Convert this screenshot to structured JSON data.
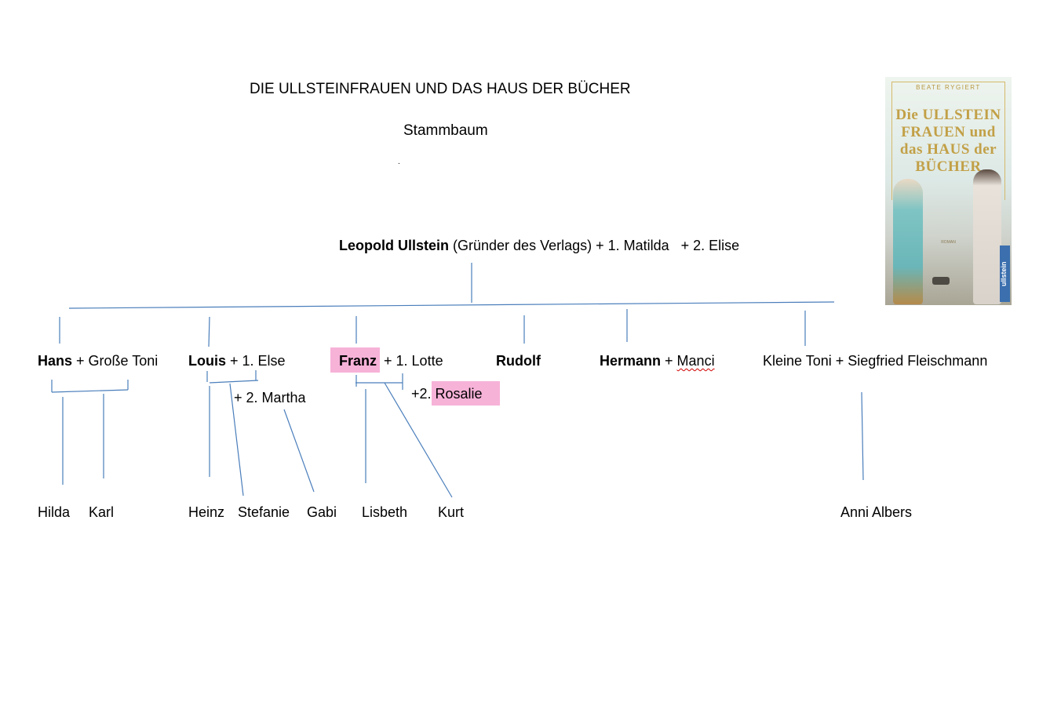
{
  "document": {
    "title": "DIE ULLSTEINFRAUEN UND DAS HAUS DER BÜCHER",
    "subtitle": "Stammbaum",
    "stray_mark": "."
  },
  "book_cover": {
    "author": "BEATE RYGIERT",
    "title": "Die ULLSTEIN FRAUEN und das HAUS der BÜCHER",
    "genre": "ROMAN",
    "publisher": "ullstein"
  },
  "colors": {
    "line": "#4a7ebb",
    "highlight": "#f7b2d8",
    "spellcheck": "#d00000"
  },
  "tree": {
    "root": {
      "name": "Leopold Ullstein",
      "rest": " (Gründer des Verlags) + 1. Matilda   + 2. Elise"
    },
    "children": {
      "hans": {
        "name": "Hans",
        "spouse": " + Große Toni",
        "kids": [
          "Hilda",
          "Karl"
        ]
      },
      "louis": {
        "name": "Louis",
        "spouse": " + 1. Else",
        "spouse2": "+ 2. Martha",
        "kids": [
          "Heinz",
          "Stefanie",
          "Gabi"
        ]
      },
      "franz": {
        "name": "Franz",
        "spouse": " + 1. Lotte",
        "spouse2_prefix": "+2. ",
        "spouse2": "Rosalie",
        "kids": [
          "Lisbeth",
          "Kurt"
        ]
      },
      "rudolf": {
        "name": "Rudolf"
      },
      "hermann": {
        "name": "Hermann",
        "spouse_prefix": " + ",
        "spouse": "Manci"
      },
      "toni": {
        "name": "Kleine Toni + Siegfried Fleischmann",
        "kids": [
          "Anni Albers"
        ]
      }
    }
  }
}
